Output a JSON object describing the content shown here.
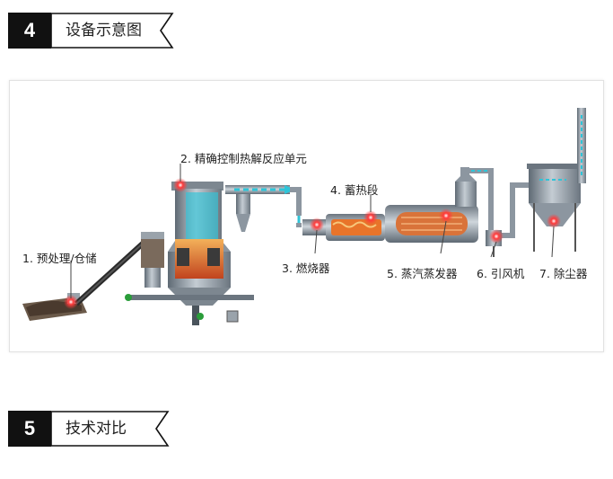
{
  "sections": [
    {
      "number": "4",
      "title": "设备示意图"
    },
    {
      "number": "5",
      "title": "技术对比"
    }
  ],
  "diagram": {
    "labels": {
      "pretreatment": "1. 预处理/仓储",
      "pyrolysis": "2. 精确控制热解反应单元",
      "burner": "3. 燃烧器",
      "regenerative": "4. 蓄热段",
      "evaporator": "5. 蒸汽蒸发器",
      "fan": "6. 引风机",
      "dust": "7. 除尘器"
    },
    "colors": {
      "marker": "#ff2a2a",
      "steel": "#8c96a0",
      "flow": "#2fc4d8",
      "flame": "#e8742a"
    }
  }
}
